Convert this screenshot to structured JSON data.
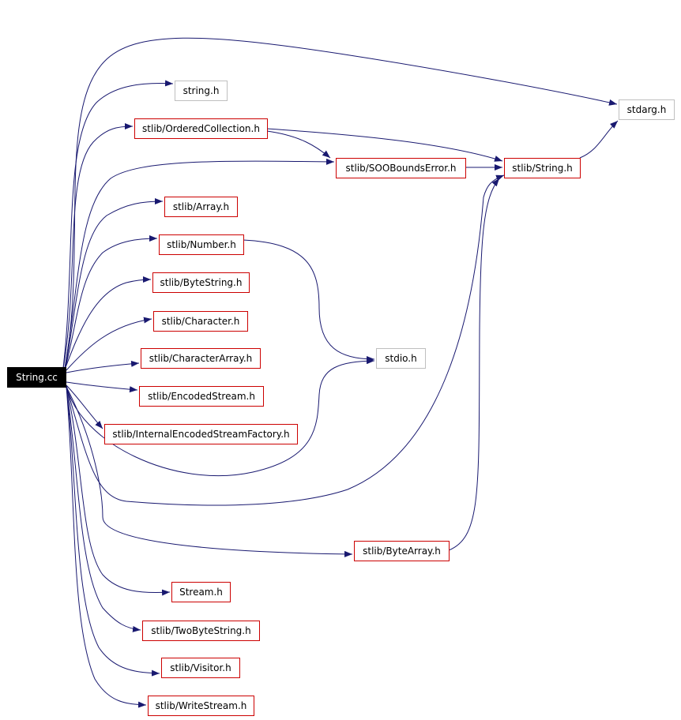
{
  "colors": {
    "edge": "#191970",
    "internal_border": "#cc0000",
    "external_border": "#bfbfbf",
    "root_fill": "#000000",
    "root_text": "#ffffff"
  },
  "root": {
    "id": "string_cc",
    "label": "String.cc"
  },
  "nodes": [
    {
      "id": "string_h",
      "label": "string.h",
      "kind": "external"
    },
    {
      "id": "stdarg_h",
      "label": "stdarg.h",
      "kind": "external"
    },
    {
      "id": "ordered_collection",
      "label": "stlib/OrderedCollection.h",
      "kind": "internal"
    },
    {
      "id": "soo_bounds",
      "label": "stlib/SOOBoundsError.h",
      "kind": "internal"
    },
    {
      "id": "stlib_string",
      "label": "stlib/String.h",
      "kind": "internal"
    },
    {
      "id": "array",
      "label": "stlib/Array.h",
      "kind": "internal"
    },
    {
      "id": "number",
      "label": "stlib/Number.h",
      "kind": "internal"
    },
    {
      "id": "byte_string",
      "label": "stlib/ByteString.h",
      "kind": "internal"
    },
    {
      "id": "character",
      "label": "stlib/Character.h",
      "kind": "internal"
    },
    {
      "id": "character_array",
      "label": "stlib/CharacterArray.h",
      "kind": "internal"
    },
    {
      "id": "stdio_h",
      "label": "stdio.h",
      "kind": "external"
    },
    {
      "id": "encoded_stream",
      "label": "stlib/EncodedStream.h",
      "kind": "internal"
    },
    {
      "id": "internal_factory",
      "label": "stlib/InternalEncodedStreamFactory.h",
      "kind": "internal"
    },
    {
      "id": "byte_array",
      "label": "stlib/ByteArray.h",
      "kind": "internal"
    },
    {
      "id": "stream",
      "label": "Stream.h",
      "kind": "internal"
    },
    {
      "id": "two_byte_string",
      "label": "stlib/TwoByteString.h",
      "kind": "internal"
    },
    {
      "id": "visitor",
      "label": "stlib/Visitor.h",
      "kind": "internal"
    },
    {
      "id": "write_stream",
      "label": "stlib/WriteStream.h",
      "kind": "internal"
    }
  ],
  "edges": [
    [
      "string_cc",
      "stdarg_h"
    ],
    [
      "string_cc",
      "string_h"
    ],
    [
      "string_cc",
      "ordered_collection"
    ],
    [
      "string_cc",
      "soo_bounds"
    ],
    [
      "string_cc",
      "array"
    ],
    [
      "string_cc",
      "number"
    ],
    [
      "string_cc",
      "byte_string"
    ],
    [
      "string_cc",
      "character"
    ],
    [
      "string_cc",
      "character_array"
    ],
    [
      "string_cc",
      "encoded_stream"
    ],
    [
      "string_cc",
      "internal_factory"
    ],
    [
      "string_cc",
      "stdio_h"
    ],
    [
      "string_cc",
      "stlib_string"
    ],
    [
      "string_cc",
      "byte_array"
    ],
    [
      "string_cc",
      "stream"
    ],
    [
      "string_cc",
      "two_byte_string"
    ],
    [
      "string_cc",
      "visitor"
    ],
    [
      "string_cc",
      "write_stream"
    ],
    [
      "ordered_collection",
      "soo_bounds"
    ],
    [
      "ordered_collection",
      "stlib_string"
    ],
    [
      "soo_bounds",
      "stlib_string"
    ],
    [
      "stlib_string",
      "stdarg_h"
    ],
    [
      "number",
      "stdio_h"
    ],
    [
      "byte_array",
      "stlib_string"
    ]
  ]
}
